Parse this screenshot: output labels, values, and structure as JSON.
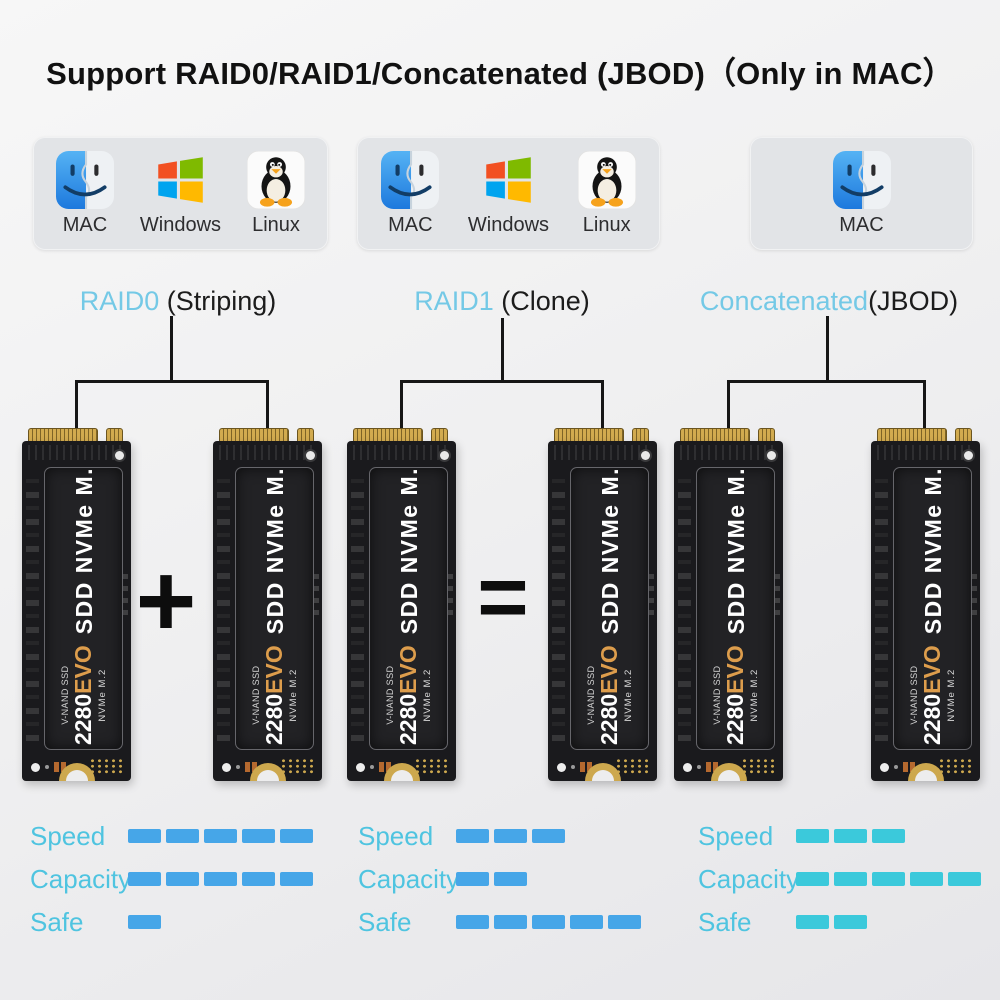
{
  "title": "Support RAID0/RAID1/Concatenated (JBOD)（Only in MAC）",
  "os_cards": [
    {
      "items": [
        {
          "icon": "finder",
          "label": "MAC"
        },
        {
          "icon": "windows",
          "label": "Windows"
        },
        {
          "icon": "linux",
          "label": "Linux"
        }
      ]
    },
    {
      "items": [
        {
          "icon": "finder",
          "label": "MAC"
        },
        {
          "icon": "windows",
          "label": "Windows"
        },
        {
          "icon": "linux",
          "label": "Linux"
        }
      ]
    },
    {
      "items": [
        {
          "icon": "finder",
          "label": "MAC"
        }
      ]
    }
  ],
  "raid_labels": [
    {
      "highlight": "RAID0",
      "rest": " (Striping)"
    },
    {
      "highlight": "RAID1",
      "rest": " (Clone)"
    },
    {
      "highlight": "Concatenated",
      "rest": "(JBOD)"
    }
  ],
  "operators": {
    "plus": "+",
    "equals": "="
  },
  "ssd": {
    "side_text": "SDD NVMe M.2",
    "brand": "V-NAND SSD",
    "size": "2280",
    "series": "EVO",
    "interface": "NVMe M.2"
  },
  "features": {
    "max_segments": 5,
    "groups": [
      {
        "mode": "RAID0",
        "bar_color": "#46a6e8",
        "rows": [
          {
            "label": "Speed",
            "value": 5
          },
          {
            "label": "Capacity",
            "value": 5
          },
          {
            "label": "Safe",
            "value": 1
          }
        ]
      },
      {
        "mode": "RAID1",
        "bar_color": "#46a6e8",
        "rows": [
          {
            "label": "Speed",
            "value": 3
          },
          {
            "label": "Capacity",
            "value": 2
          },
          {
            "label": "Safe",
            "value": 5
          }
        ]
      },
      {
        "mode": "Concatenated",
        "bar_color": "#3bc9db",
        "rows": [
          {
            "label": "Speed",
            "value": 3
          },
          {
            "label": "Capacity",
            "value": 5
          },
          {
            "label": "Safe",
            "value": 2
          }
        ]
      }
    ]
  },
  "colors": {
    "accent_cyan": "#74c9e6",
    "feature_label_cyan": "#4fc4e0",
    "bar_blue": "#46a6e8",
    "bar_cyan": "#3bc9db",
    "gold": "#cda84e",
    "evo_orange": "#dd9d4c",
    "text_dark": "#111111"
  }
}
